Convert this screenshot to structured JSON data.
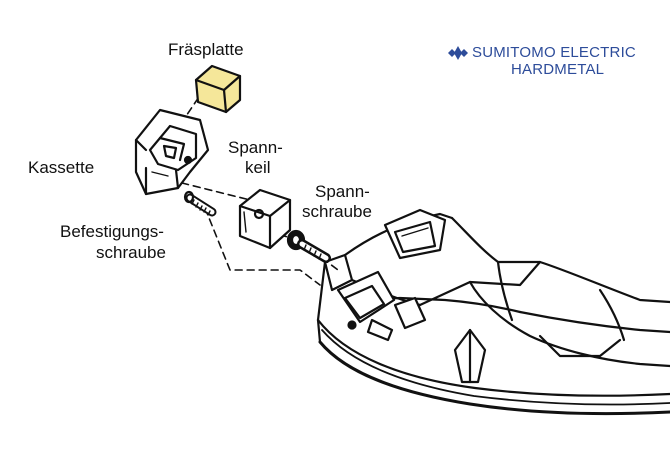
{
  "labels": {
    "insert": "Fräsplatte",
    "cassette": "Kassette",
    "wedge_line1": "Spann-",
    "wedge_line2": "keil",
    "clamp_screw_line1": "Spann-",
    "clamp_screw_line2": "schraube",
    "fixing_screw_line1": "Befestigungs-",
    "fixing_screw_line2": "schraube"
  },
  "brand": {
    "line1": "SUMITOMO ELECTRIC",
    "line2": "HARDMETAL",
    "logo_icon": "sumitomo-logo-icon",
    "color": "#2d4c9a"
  },
  "colors": {
    "insert_fill": "#f5e79a",
    "line": "#111111"
  }
}
